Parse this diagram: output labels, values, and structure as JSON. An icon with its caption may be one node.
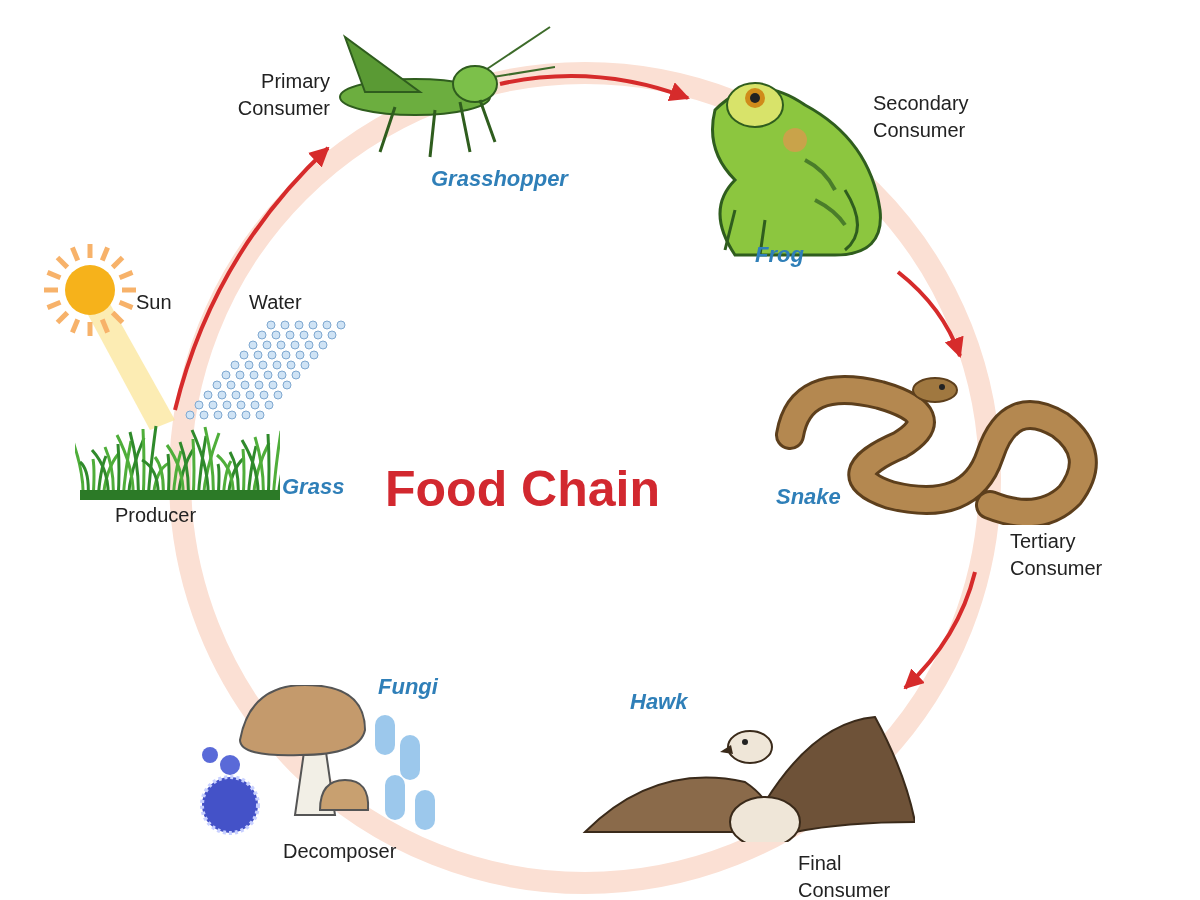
{
  "diagram": {
    "title": "Food Chain",
    "nodes": [
      {
        "text": [
          "Grass",
          "Producer"
        ]
      },
      {
        "text": [
          "Primary Consumer",
          "Grasshopper"
        ]
      },
      {
        "text": [
          "Secondary Consumer",
          "Frog"
        ]
      },
      {
        "text": [
          "Snake",
          "Tertiary Consumer"
        ]
      },
      {
        "text": [
          "Hawk",
          "Final Consumer"
        ]
      },
      {
        "text": [
          "Fungi",
          "Decomposer"
        ]
      }
    ],
    "edges": [
      {
        "from": 0,
        "to": 1,
        "arrow": "to"
      },
      {
        "from": 1,
        "to": 2,
        "arrow": "to"
      },
      {
        "from": 2,
        "to": 3,
        "arrow": "to"
      },
      {
        "from": 3,
        "to": 4,
        "arrow": "to"
      }
    ],
    "labels": [
      "Sun",
      "Water"
    ]
  }
}
